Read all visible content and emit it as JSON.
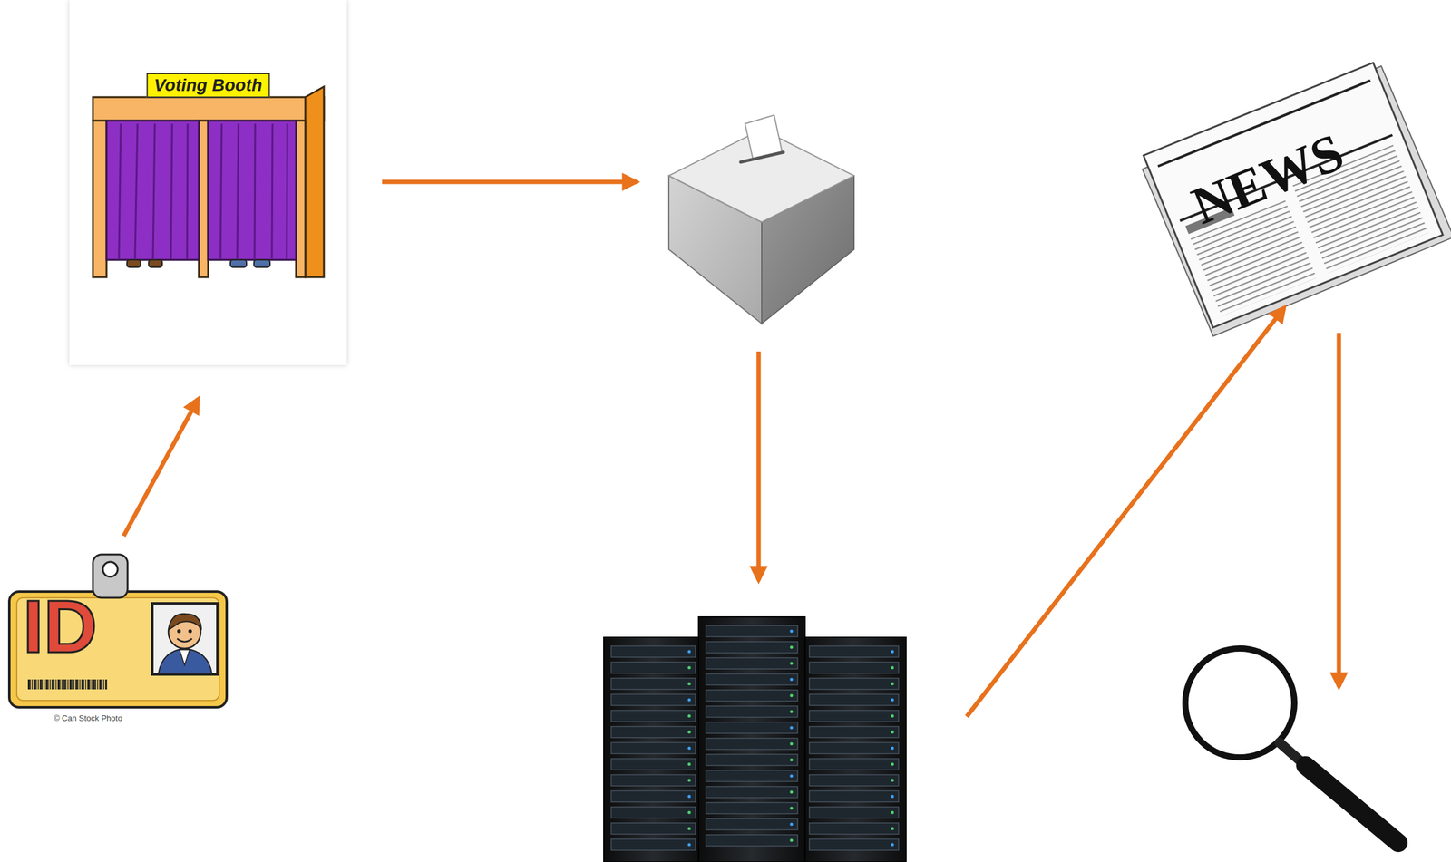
{
  "diagram": {
    "nodes": [
      {
        "text": [
          "ID"
        ]
      },
      {
        "text": [
          "Voting Booth"
        ]
      },
      {
        "text": [
          "NEWS"
        ]
      }
    ],
    "edges": [
      {
        "from": 0,
        "to": 1,
        "arrow": "to"
      }
    ],
    "labels": [
      "© Can Stock Photo"
    ]
  }
}
